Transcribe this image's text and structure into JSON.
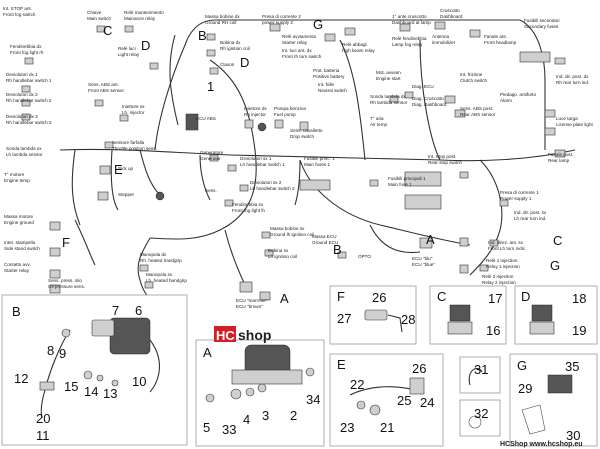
{
  "labels": {
    "int_stop_ant": "Int. STOP ant.",
    "front_sw": "Front fog switch",
    "chiave": "Chiave",
    "main_sw": "Main switch",
    "rele_mant": "Relè mantenimento",
    "maint_relay": "Mainance relay",
    "massa_bobine_dx": "Massa bobine dx",
    "ground_rh": "Ground RH coil",
    "bobina_dx": "Bobina dx",
    "rh_ign_coil": "Rh ignition coil",
    "relè_luci": "Relè luci",
    "light_relay": "Light relay",
    "claxon": "Claxon",
    "presa_corrente2": "Presa di corrente 2",
    "power_supply2": "power supply 2",
    "rele_avv": "Relè avviamento",
    "starter_relay": "Starter relay",
    "int_luci_ant_dx": "Int. luci ant. dx",
    "front_rh_turn": "Front rh turn switch",
    "rele_abbagl": "Relè abbagl.",
    "high_beam_relay": "high beam relay",
    "rele_fendinebbia": "Relè fendinebbia",
    "lamp_fog_relay": "Lamp fog relay",
    "cruscotto_ant": "1° ante cruscotto",
    "dashboard_lamp": "Dashboard at lamp",
    "cruscotto": "Cruscotto",
    "dashboard": "Dashboard",
    "antenna_imm": "Antenna",
    "immobilizer": "immobilizer",
    "fanale_ant": "Fanale ant.",
    "front_headlamp": "Front headlamp",
    "fusibili_secondari": "Fusibili secondari",
    "secondary_fuses": "Secondary fuses",
    "fendinebbia_dx": "Fendinebbia dx",
    "front_fog_rh": "Front fog light rh",
    "devio_dx1": "Deviolutori dx 1",
    "rh_handlebar_sw1": "Rh handlebar switch 1",
    "devio_dx2": "Deviolutori dx 2",
    "rh_handlebar_sw2": "Rh handlebar switch 2",
    "devio_dx3": "Deviolutori dx 3",
    "rh_handlebar_sw3": "Rh handlebar switch 3",
    "sens_abs_ant": "Sens. ABS ant.",
    "front_abs_sensor": "Front ABS sensor",
    "iniettore_sx": "Iniettore sx",
    "lh_injector": "Lh. injector",
    "ecu_abs": "ECU ABS",
    "iniettore_dx": "Iniettore dx",
    "rh_injector": "Rh injector",
    "pompa_benzina": "Pompa benzina",
    "fuel_pump": "Fuel pump",
    "sens_cavalletto": "Sens. cavalletto",
    "stop_switch": "Drop switch",
    "prot_batteria": "Prot. batteria",
    "positive_battery": "Positive battery",
    "int_folle": "Int. folle",
    "neutral_switch": "Neutral switch",
    "motor_avv": "Mot. avviam.",
    "engine_start": "Engine start",
    "sonda_lambda_dx": "Sonda lambda dx",
    "rh_lambda_sensor": "Rh lambda sensor",
    "diag_ecu": "Diag. ECU",
    "diag_cruscotto": "Diag. Cruscotto",
    "diag_dashboard": "Diag. Dashboard",
    "int_frizione": "Int. frizione",
    "clutch_switch": "Clutch switch",
    "sens_abs_post": "Sens. ABS post.",
    "rear_abs_sensor": "Rear ABS sensor",
    "piedapp_antifurto": "Piedapp. antifurto",
    "alarm": "Alarm",
    "ind_dir_post_dx": "Ind. dir. post. dx",
    "rh_rear_turn": "Rh rear turn ind.",
    "t_aria": "T° aria",
    "air_temp": "Air temp",
    "luce_targa": "Luce targa",
    "license_plate": "License plate light",
    "sonda_lambda_sx": "Sonda lambda sx",
    "lh_lambda_sensor": "Lh lambda sensor",
    "sensore_farfalla": "Sensore farfalla",
    "throttle_sensor": "Throttle position sens.",
    "pick_up": "Pick up",
    "stepper": "Stepper",
    "generatore": "Generatore",
    "generator": "Generator",
    "devio_sx1": "Deviolutori sx 1",
    "lh_handlebar_sw1": "Lh handlebar switch 1",
    "sens": "Sens.",
    "devio_sx2": "Deviolutori sx 2",
    "lh_handlebar_sw2": "Lh handlebar switch 2",
    "fendinebbia_sx": "Fendinebbia sx",
    "front_fog_lh": "Front fog light lh",
    "fusibili_princ": "Fusibili princ. 1",
    "main_fuses1": "Main fuses 1",
    "fusibili_princ2": "Fusibili principali 1",
    "main_fuse1": "Main fuse 1",
    "int_stop_post": "Int. Stop post.",
    "rear_stop_switch": "Rear stop switch",
    "fanale_post": "Fanale post.",
    "rear_lamp": "Rear lamp",
    "presa_corrente1": "Presa di corrente 1",
    "power_supply1": "Power supply 1",
    "ind_dir_post_sx": "Ind. dir. post. sx",
    "lh_rear_turn": "Lh rear turn ind.",
    "sonda_lambda_sx2": "Sonda lambda sx",
    "lh_lambda_sensor2": "Lh lambda sensor",
    "sens_temp_motore": "T° motore",
    "engine_temp": "Engine temp",
    "massa_motore": "Massa motore",
    "engine_ground": "Engine ground",
    "inter_stampella": "Inter. stampella",
    "side_stand": "Side stand switch",
    "contatto_avv": "Contatto avv.",
    "starter_relay2": "Starter relay",
    "sens_press_olio": "Sens. press. olio",
    "oil_pressure": "Oil pressure sens.",
    "manopola_dx": "Manopola dx",
    "rh_heated_grip": "Rh. heated handgrip",
    "manopola_sx": "Manopola sx",
    "lh_heated_grip": "Lh. heated handgrip",
    "massa_bobine_sx": "Massa bobine sx",
    "ground_lh": "Ground lh ignition coil",
    "bobina_sx": "Bobina sx",
    "lh_ign_coil": "Lh ignition coil",
    "massa_ecu": "Massa ECU",
    "ground_ecu": "Ground ECU",
    "ecu_blu": "ECU \"blu\"",
    "ecu_blue": "ECU \"blue\"",
    "ecu_marrone": "ECU \"marrone\"",
    "ecu_brown": "ECU \"brown\"",
    "opto": "OPTO",
    "int_dir_ant_sx": "Ind. direz. ant. sx",
    "front_lh_turn": "Front Lh turn indic.",
    "rele1_inj": "Relè 1 injection",
    "relay1_inj": "Relay 1 injection",
    "rele2_inj": "Relè 2 injection",
    "relay2_inj": "Relay 2 injection"
  },
  "letters": {
    "A": "A",
    "B": "B",
    "C": "C",
    "D": "D",
    "E": "E",
    "F": "F",
    "G": "G"
  },
  "numbers": {
    "n1": "1",
    "n2": "2",
    "n3": "3",
    "n4": "4",
    "n5": "5",
    "n6": "6",
    "n7": "7",
    "n8": "8",
    "n9": "9",
    "n10": "10",
    "n11": "11",
    "n12": "12",
    "n13": "13",
    "n14": "14",
    "n15": "15",
    "n16": "16",
    "n17": "17",
    "n18": "18",
    "n19": "19",
    "n20": "20",
    "n21": "21",
    "n22": "22",
    "n23": "23",
    "n24": "24",
    "n25": "25",
    "n26": "26",
    "n27": "27",
    "n28": "28",
    "n29": "29",
    "n30": "30",
    "n31": "31",
    "n32": "32",
    "n33": "33",
    "n34": "34",
    "n35": "35"
  },
  "watermark": {
    "logo_hc": "HC",
    "logo_shop": "shop",
    "footer": "HCShop www.hcshop.eu"
  },
  "colors": {
    "logo_red": "#d41f26",
    "logo_dark": "#231f20"
  }
}
